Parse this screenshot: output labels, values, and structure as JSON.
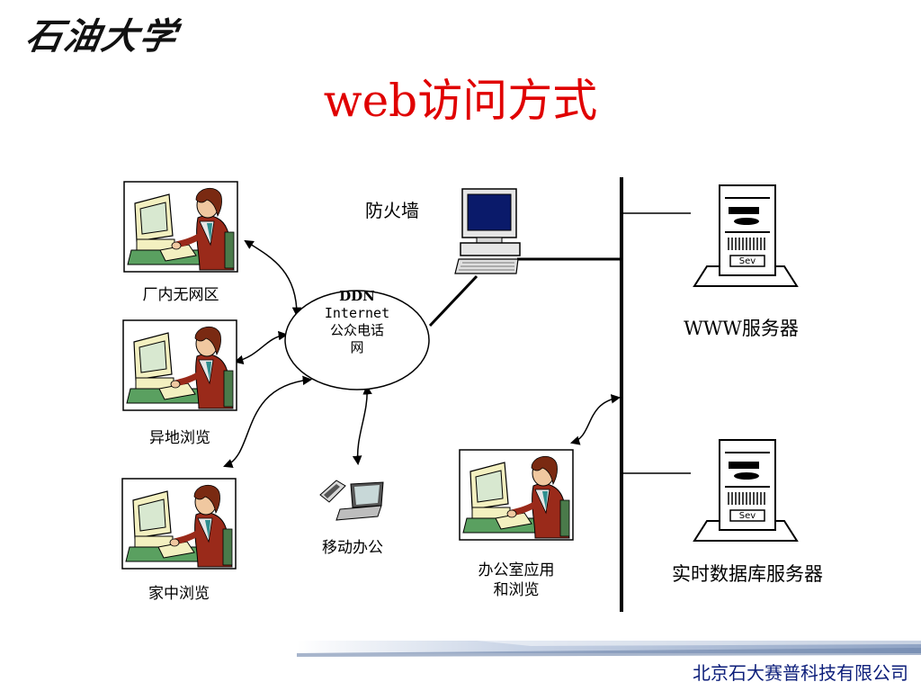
{
  "header": {
    "logo_text": "石油大学",
    "title": "web访问方式"
  },
  "clients": {
    "factory": "厂内无网区",
    "remote": "异地浏览",
    "home": "家中浏览",
    "mobile": "移动办公",
    "office_line1": "办公室应用",
    "office_line2": "和浏览"
  },
  "network": {
    "line1": "DDN",
    "line2": "Internet",
    "line3": "公众电话",
    "line4": "网"
  },
  "firewall": {
    "label": "防火墙"
  },
  "servers": {
    "www": "WWW服务器",
    "db": "实时数据库服务器",
    "badge": "Sev"
  },
  "footer": {
    "company": "北京石大赛普科技有限公司"
  },
  "colors": {
    "title": "#e00000",
    "company": "#0c1e7a"
  }
}
